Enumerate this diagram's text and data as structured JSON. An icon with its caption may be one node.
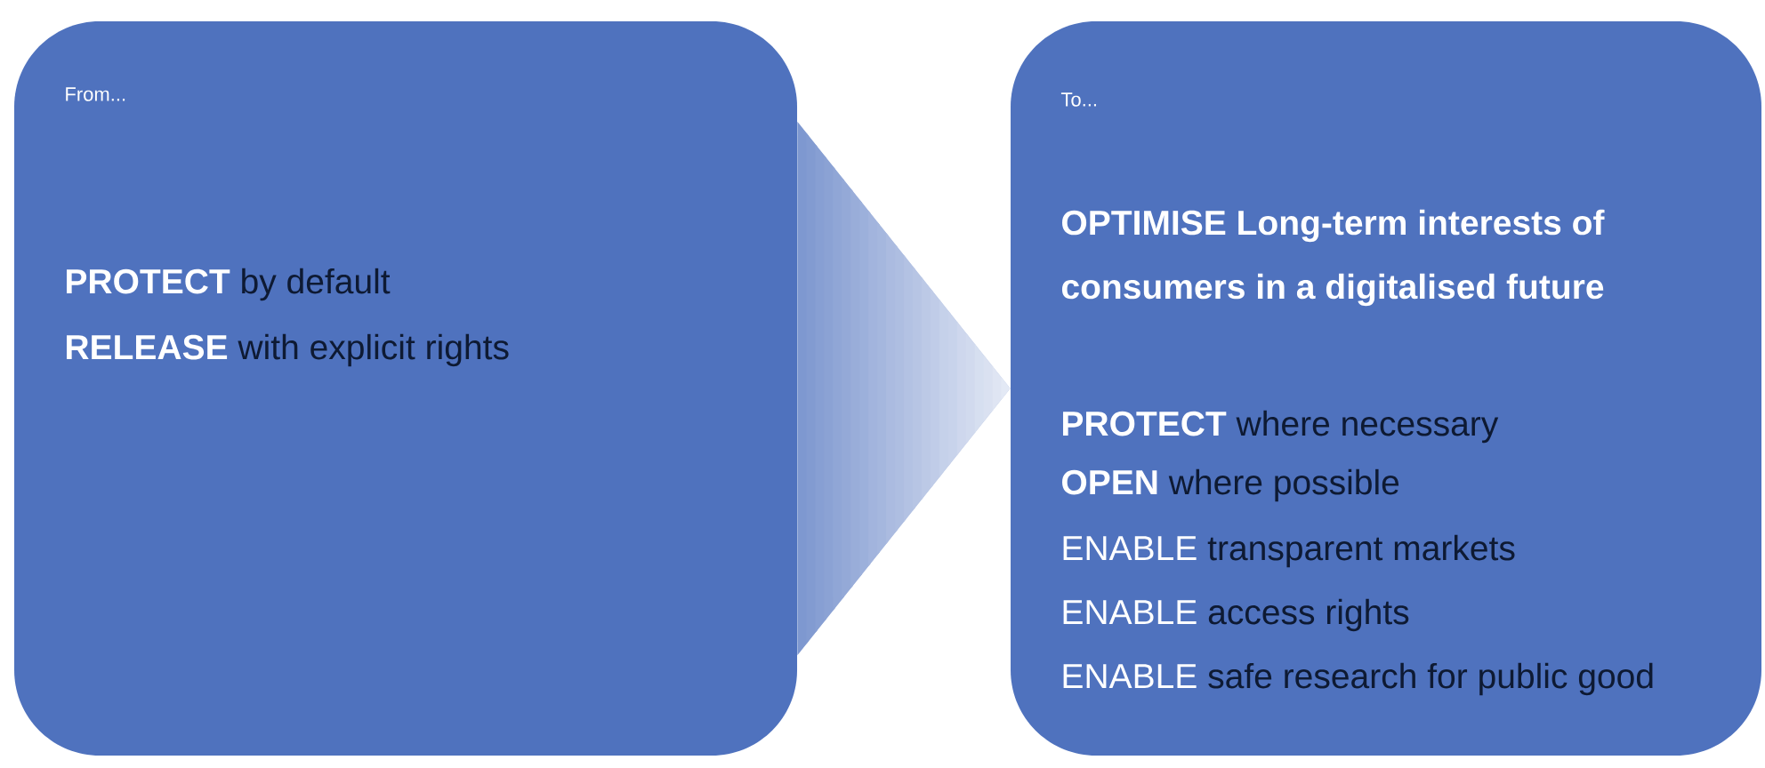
{
  "diagram": {
    "nodes": [
      {
        "text": [
          "From...",
          "PROTECT",
          "by default",
          "RELEASE",
          "with explicit rights"
        ]
      },
      {
        "text": [
          "To...",
          "OPTIMISE Long-term interests of consumers in a digitalised future",
          "PROTECT",
          "where necessary",
          "OPEN",
          "where possible",
          "ENABLE",
          "transparent markets",
          "ENABLE",
          "access rights",
          "ENABLE",
          "safe research for public good"
        ]
      }
    ],
    "edges": [
      {
        "from": 0,
        "to": 1,
        "arrow": "to"
      }
    ]
  }
}
